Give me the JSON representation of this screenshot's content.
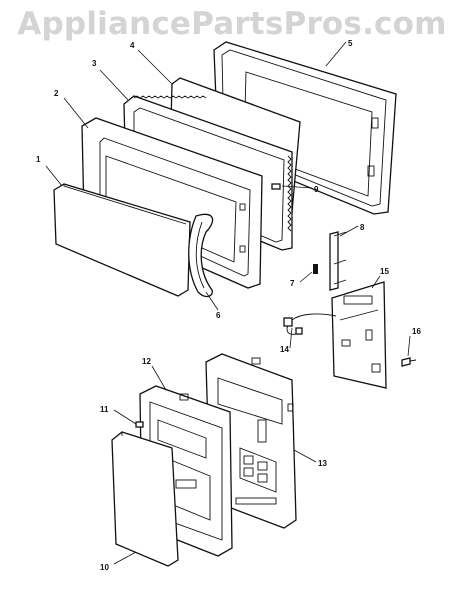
{
  "watermark": {
    "text": "AppliancePartsPros.com"
  },
  "callouts": [
    "1",
    "2",
    "3",
    "4",
    "5",
    "6",
    "7",
    "8",
    "9",
    "10",
    "11",
    "12",
    "13",
    "14",
    "15",
    "16"
  ],
  "colors": {
    "line": "#111111",
    "watermark": "#d4d4d4",
    "background": "#ffffff"
  }
}
